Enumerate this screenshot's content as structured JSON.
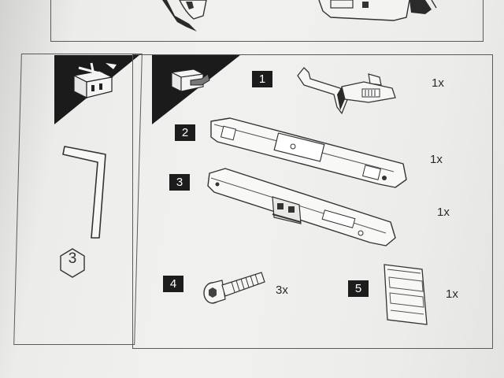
{
  "parts": [
    {
      "number": "1",
      "quantity": "1x"
    },
    {
      "number": "2",
      "quantity": "1x"
    },
    {
      "number": "3",
      "quantity": "1x"
    },
    {
      "number": "4",
      "quantity": "3x"
    },
    {
      "number": "5",
      "quantity": "1x"
    }
  ],
  "tool": {
    "size": "3"
  },
  "icons": {
    "tools_header": "toolbox-icon",
    "parts_header": "open-box-icon",
    "part_1": "bracket-clamp-icon",
    "part_2": "rail-bar-icon",
    "part_3": "rail-assembly-icon",
    "part_4": "bolt-icon",
    "part_5": "manual-booklet-icon",
    "tool": "allen-key-icon"
  },
  "colors": {
    "paper": "#eeeeec",
    "ink": "#1b1b1b",
    "line": "#5a5a5a"
  }
}
